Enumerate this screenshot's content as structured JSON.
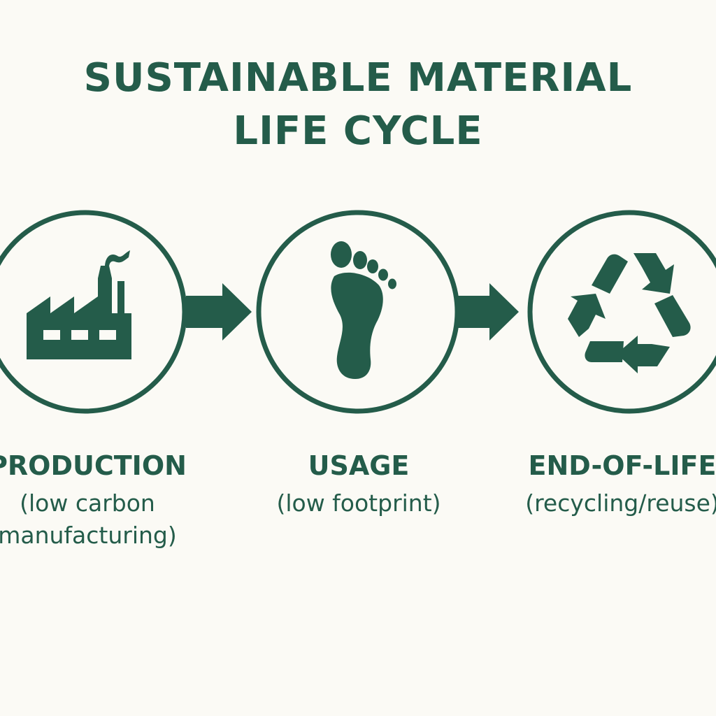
{
  "title": {
    "line1": "SUSTAINABLE MATERIAL",
    "line2": "LIFE CYCLE"
  },
  "colors": {
    "background": "#fbfaf5",
    "accent": "#245c4a"
  },
  "stages": [
    {
      "label": "PRODUCTION",
      "description": "(low carbon manufacturing)",
      "icon": "factory-icon"
    },
    {
      "label": "USAGE",
      "description": "(low footprint)",
      "icon": "footprint-icon"
    },
    {
      "label": "END-OF-LIFE",
      "description": "(recycling/reuse)",
      "icon": "recycle-icon"
    }
  ]
}
